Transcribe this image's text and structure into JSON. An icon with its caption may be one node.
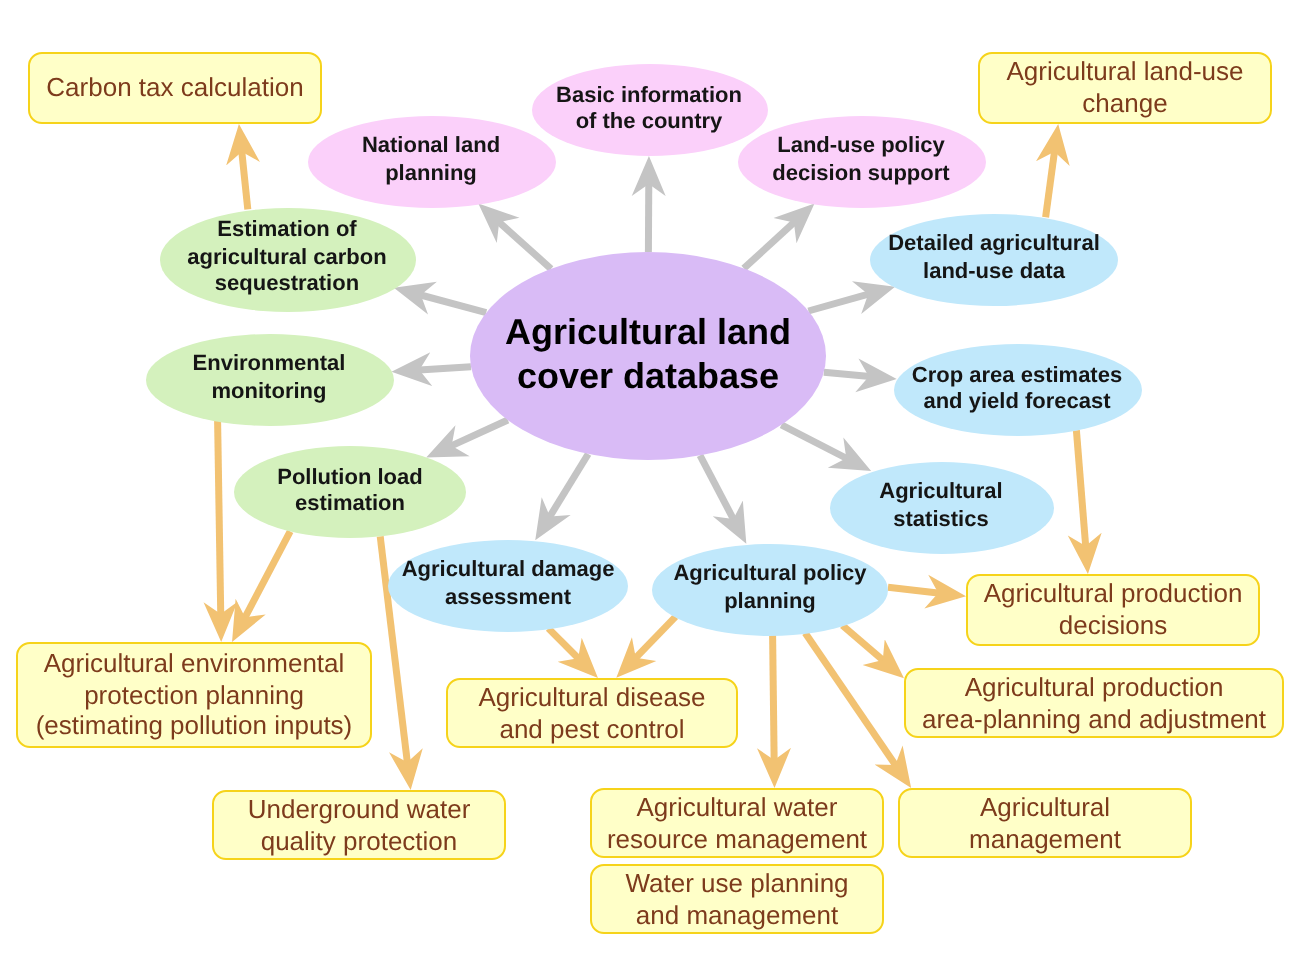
{
  "diagram": {
    "nodes": [
      {
        "text": [
          "Carbon tax calculation"
        ]
      },
      {
        "text": [
          "Agricultural land-use change"
        ]
      },
      {
        "text": [
          "Basic information of the country"
        ]
      },
      {
        "text": [
          "National land planning"
        ]
      },
      {
        "text": [
          "Land-use policy decision support"
        ]
      },
      {
        "text": [
          "Estimation of agricultural carbon sequestration"
        ]
      },
      {
        "text": [
          "Detailed agricultural land-use data"
        ]
      },
      {
        "text": [
          "Agricultural land cover database"
        ]
      },
      {
        "text": [
          "Environmental monitoring"
        ]
      },
      {
        "text": [
          "Crop area estimates and yield forecast"
        ]
      },
      {
        "text": [
          "Pollution load estimation"
        ]
      },
      {
        "text": [
          "Agricultural statistics"
        ]
      },
      {
        "text": [
          "Agricultural damage assessment"
        ]
      },
      {
        "text": [
          "Agricultural policy planning"
        ]
      },
      {
        "text": [
          "Agricultural production decisions"
        ]
      },
      {
        "text": [
          "Agricultural environmental protection planning (estimating pollution inputs)"
        ]
      },
      {
        "text": [
          "Agricultural disease and pest control"
        ]
      },
      {
        "text": [
          "Agricultural production area-planning and adjustment"
        ]
      },
      {
        "text": [
          "Underground water quality protection"
        ]
      },
      {
        "text": [
          "Agricultural water resource management"
        ]
      },
      {
        "text": [
          "Agricultural management"
        ]
      },
      {
        "text": [
          "Water use planning and management"
        ]
      }
    ],
    "edges": [
      {
        "from": 7,
        "to": 2,
        "arrow": "to",
        "color": "#c4c4c4"
      },
      {
        "from": 7,
        "to": 3,
        "arrow": "to",
        "color": "#c4c4c4"
      },
      {
        "from": 7,
        "to": 4,
        "arrow": "to",
        "color": "#c4c4c4"
      },
      {
        "from": 7,
        "to": 5,
        "arrow": "to",
        "color": "#c4c4c4"
      },
      {
        "from": 7,
        "to": 6,
        "arrow": "to",
        "color": "#c4c4c4"
      },
      {
        "from": 7,
        "to": 8,
        "arrow": "to",
        "color": "#c4c4c4"
      },
      {
        "from": 7,
        "to": 9,
        "arrow": "to",
        "color": "#c4c4c4"
      },
      {
        "from": 7,
        "to": 10,
        "arrow": "to",
        "color": "#c4c4c4"
      },
      {
        "from": 7,
        "to": 11,
        "arrow": "to",
        "color": "#c4c4c4"
      },
      {
        "from": 7,
        "to": 12,
        "arrow": "to",
        "color": "#c4c4c4"
      },
      {
        "from": 7,
        "to": 13,
        "arrow": "to",
        "color": "#c4c4c4"
      },
      {
        "from": 5,
        "to": 0,
        "arrow": "to"
      },
      {
        "from": 6,
        "to": 1,
        "arrow": "to"
      },
      {
        "from": 9,
        "to": 14,
        "arrow": "to"
      },
      {
        "from": 8,
        "to": 15,
        "arrow": "to"
      },
      {
        "from": 10,
        "to": 15,
        "arrow": "to"
      },
      {
        "from": 10,
        "to": 18,
        "arrow": "to"
      },
      {
        "from": 12,
        "to": 16,
        "arrow": "to"
      },
      {
        "from": 13,
        "to": 16,
        "arrow": "to"
      },
      {
        "from": 13,
        "to": 14,
        "arrow": "to"
      },
      {
        "from": 13,
        "to": 17,
        "arrow": "to"
      },
      {
        "from": 13,
        "to": 19,
        "arrow": "to"
      },
      {
        "from": 13,
        "to": 20,
        "arrow": "to"
      }
    ]
  }
}
